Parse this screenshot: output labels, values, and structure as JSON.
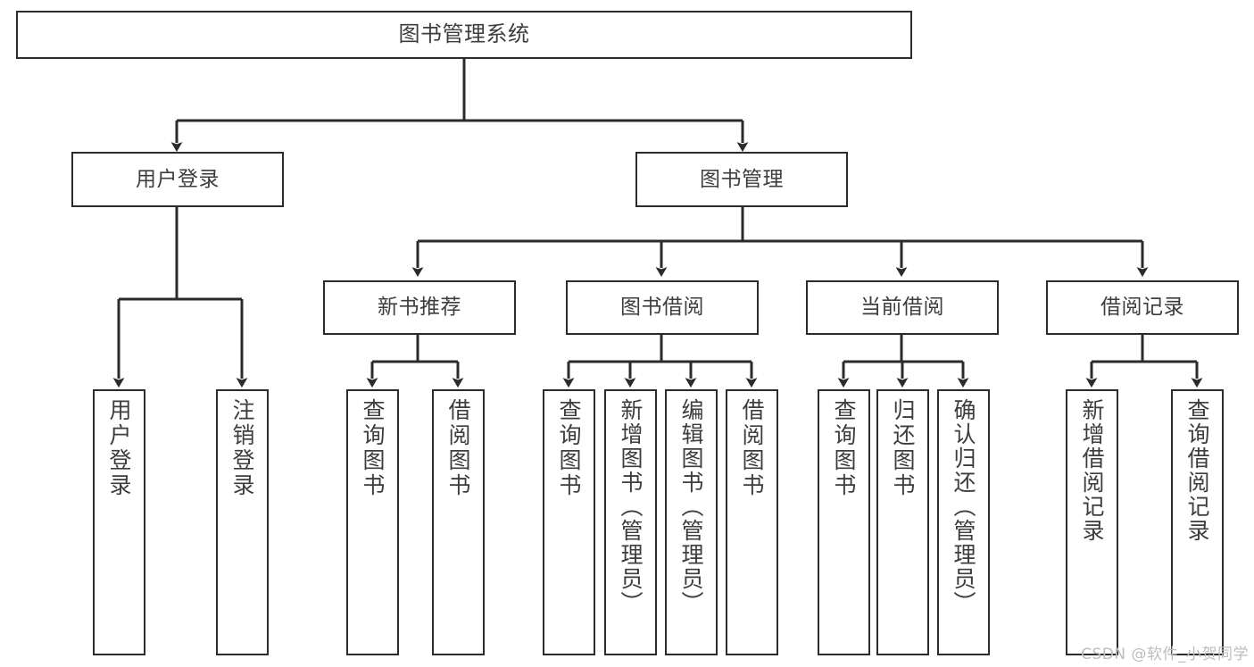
{
  "diagram": {
    "type": "tree-hierarchy",
    "title": "图书管理系统",
    "watermark": "CSDN @软件_小贺同学",
    "colors": {
      "stroke": "#2b2b2b",
      "text": "#3d3d3d",
      "background": "#ffffff",
      "watermark": "#bdbdbd"
    },
    "nodes": {
      "root": {
        "label": "图书管理系统",
        "level": 1
      },
      "l2": [
        {
          "id": "user-login",
          "label": "用户登录",
          "level": 2
        },
        {
          "id": "book-manage",
          "label": "图书管理",
          "level": 2
        }
      ],
      "l3": [
        {
          "id": "new-book-recommend",
          "label": "新书推荐",
          "level": 3
        },
        {
          "id": "book-borrow",
          "label": "图书借阅",
          "level": 3
        },
        {
          "id": "current-borrow",
          "label": "当前借阅",
          "level": 3
        },
        {
          "id": "borrow-record",
          "label": "借阅记录",
          "level": 3
        }
      ],
      "leaves": {
        "user_login": [
          {
            "id": "leaf-user-login",
            "label": "用户登录"
          },
          {
            "id": "leaf-logout",
            "label": "注销登录"
          }
        ],
        "new_book_recommend": [
          {
            "id": "leaf-query-book-1",
            "label": "查询图书"
          },
          {
            "id": "leaf-borrow-book-1",
            "label": "借阅图书"
          }
        ],
        "book_borrow": [
          {
            "id": "leaf-query-book-2",
            "label": "查询图书"
          },
          {
            "id": "leaf-add-book",
            "label": "新增图书（管理员）"
          },
          {
            "id": "leaf-edit-book",
            "label": "编辑图书（管理员）"
          },
          {
            "id": "leaf-borrow-book-2",
            "label": "借阅图书"
          }
        ],
        "current_borrow": [
          {
            "id": "leaf-query-book-3",
            "label": "查询图书"
          },
          {
            "id": "leaf-return-book",
            "label": "归还图书"
          },
          {
            "id": "leaf-confirm-return",
            "label": "确认归还（管理员）"
          }
        ],
        "borrow_record": [
          {
            "id": "leaf-add-record",
            "label": "新增借阅记录"
          },
          {
            "id": "leaf-query-record",
            "label": "查询借阅记录"
          }
        ]
      }
    },
    "edges": [
      {
        "from": "图书管理系统",
        "to": "用户登录"
      },
      {
        "from": "图书管理系统",
        "to": "图书管理"
      },
      {
        "from": "用户登录",
        "to": "用户登录"
      },
      {
        "from": "用户登录",
        "to": "注销登录"
      },
      {
        "from": "图书管理",
        "to": "新书推荐"
      },
      {
        "from": "图书管理",
        "to": "图书借阅"
      },
      {
        "from": "图书管理",
        "to": "当前借阅"
      },
      {
        "from": "图书管理",
        "to": "借阅记录"
      },
      {
        "from": "新书推荐",
        "to": "查询图书"
      },
      {
        "from": "新书推荐",
        "to": "借阅图书"
      },
      {
        "from": "图书借阅",
        "to": "查询图书"
      },
      {
        "from": "图书借阅",
        "to": "新增图书（管理员）"
      },
      {
        "from": "图书借阅",
        "to": "编辑图书（管理员）"
      },
      {
        "from": "图书借阅",
        "to": "借阅图书"
      },
      {
        "from": "当前借阅",
        "to": "查询图书"
      },
      {
        "from": "当前借阅",
        "to": "归还图书"
      },
      {
        "from": "当前借阅",
        "to": "确认归还（管理员）"
      },
      {
        "from": "借阅记录",
        "to": "新增借阅记录"
      },
      {
        "from": "借阅记录",
        "to": "查询借阅记录"
      }
    ]
  }
}
